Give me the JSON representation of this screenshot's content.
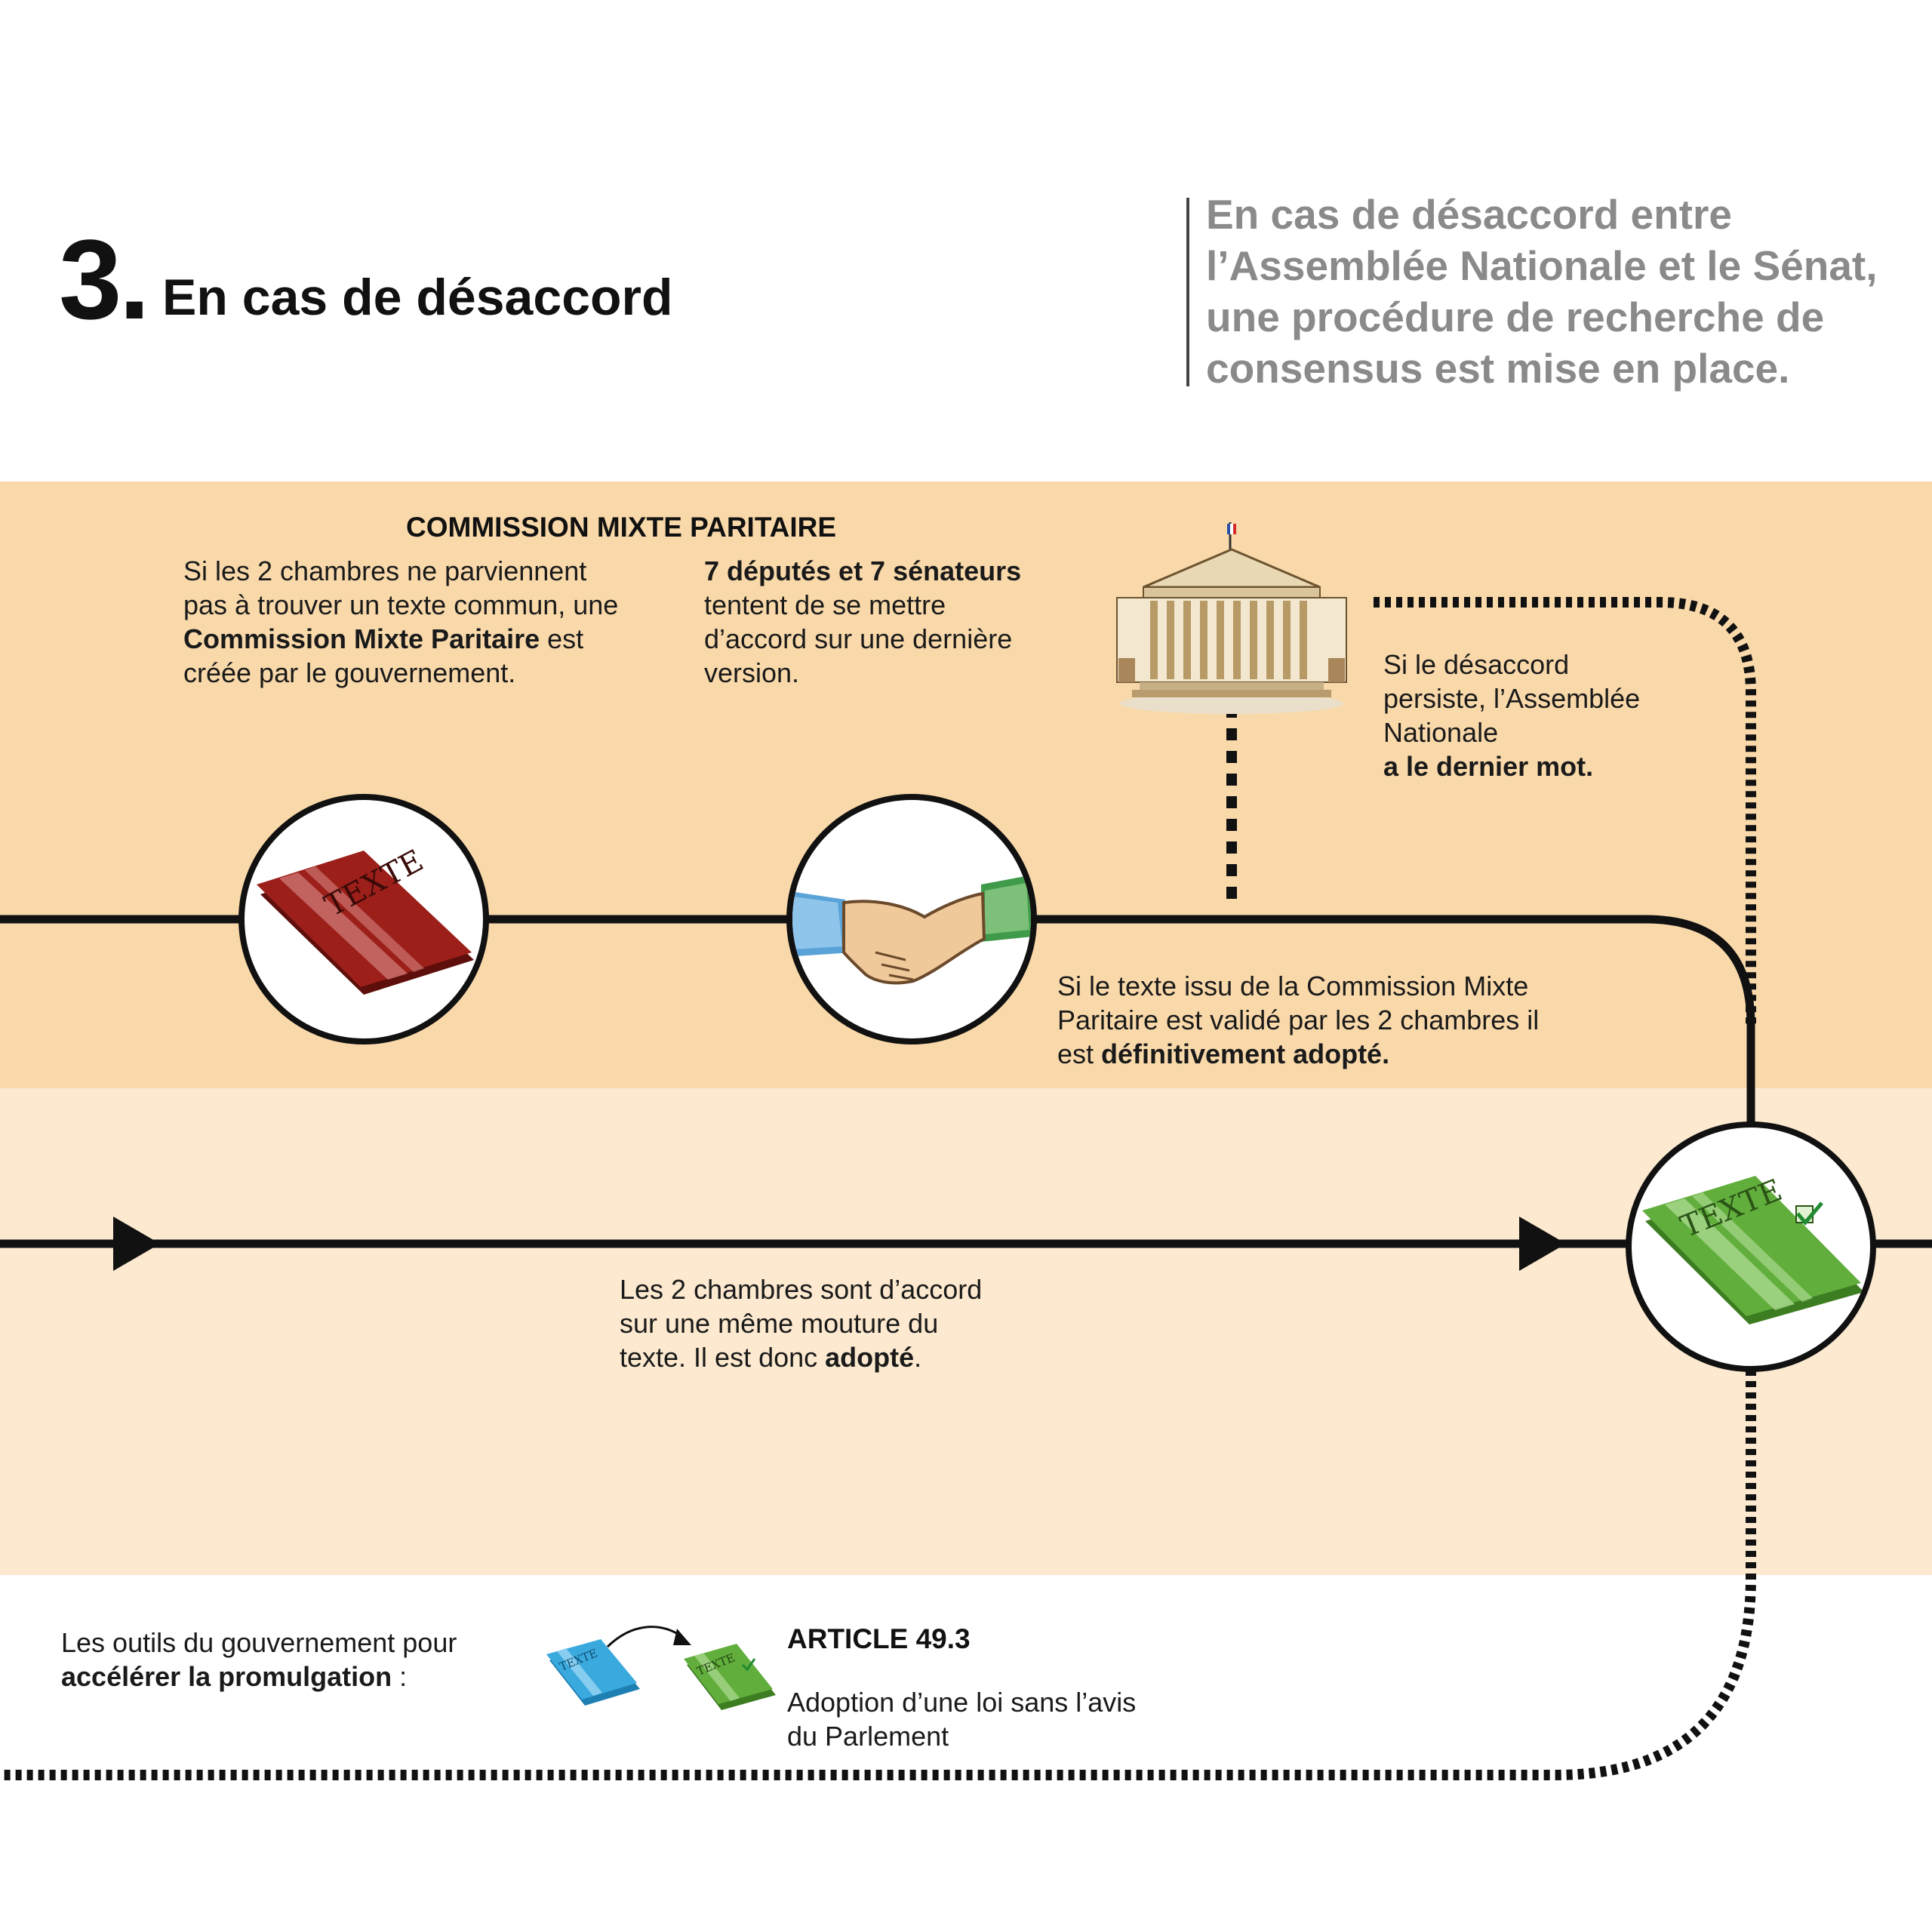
{
  "header": {
    "number": "3.",
    "title": "En cas de désaccord",
    "intro": "En cas de désaccord entre l’Assemblée Nationale et le Sénat, une procédure de recherche de consensus est mise en place."
  },
  "commission": {
    "title": "COMMISSION MIXTE PARITAIRE",
    "left": {
      "part1": "Si les 2 chambres ne parviennent pas à trouver un texte commun, une ",
      "bold": "Commission Mixte Paritaire",
      "part2": " est créée par le gouvernement."
    },
    "right": {
      "bold": "7 députés et 7 sénateurs",
      "part2": " tentent de se mettre d’accord sur une dernière version."
    }
  },
  "persist": {
    "part1": "Si le désaccord persiste, l’Assemblée Nationale",
    "bold": "a le dernier mot."
  },
  "validated": {
    "part1": "Si le texte issu de la Commission Mixte Paritaire est validé par les 2 chambres il est ",
    "bold": "définitivement adopté."
  },
  "agree": {
    "part1": "Les 2 chambres sont d’accord sur une même mouture du texte. Il est donc ",
    "bold": "adopté",
    "part2": "."
  },
  "tools": {
    "part1": "Les outils du gouvernement pour ",
    "bold": "accélérer la promulgation",
    "part2": " :"
  },
  "article": {
    "title": "ARTICLE 49.3",
    "desc": "Adoption d’une loi sans l’avis du Parlement"
  },
  "icons": {
    "book_text": "TEXTE",
    "red_book": "red-book-icon",
    "handshake": "handshake-icon",
    "assembly": "assemblee-nationale-icon",
    "green_book": "green-book-check-icon",
    "blue_book": "blue-book-icon",
    "small_green_book": "small-green-book-icon"
  },
  "colors": {
    "band_top": "#f9d9aa",
    "band_mid": "#fce9cf",
    "red_book": "#8b1a17",
    "green_book": "#5fa83a",
    "blue_book": "#3aa9de",
    "intro_gray": "#8a8a8a"
  }
}
